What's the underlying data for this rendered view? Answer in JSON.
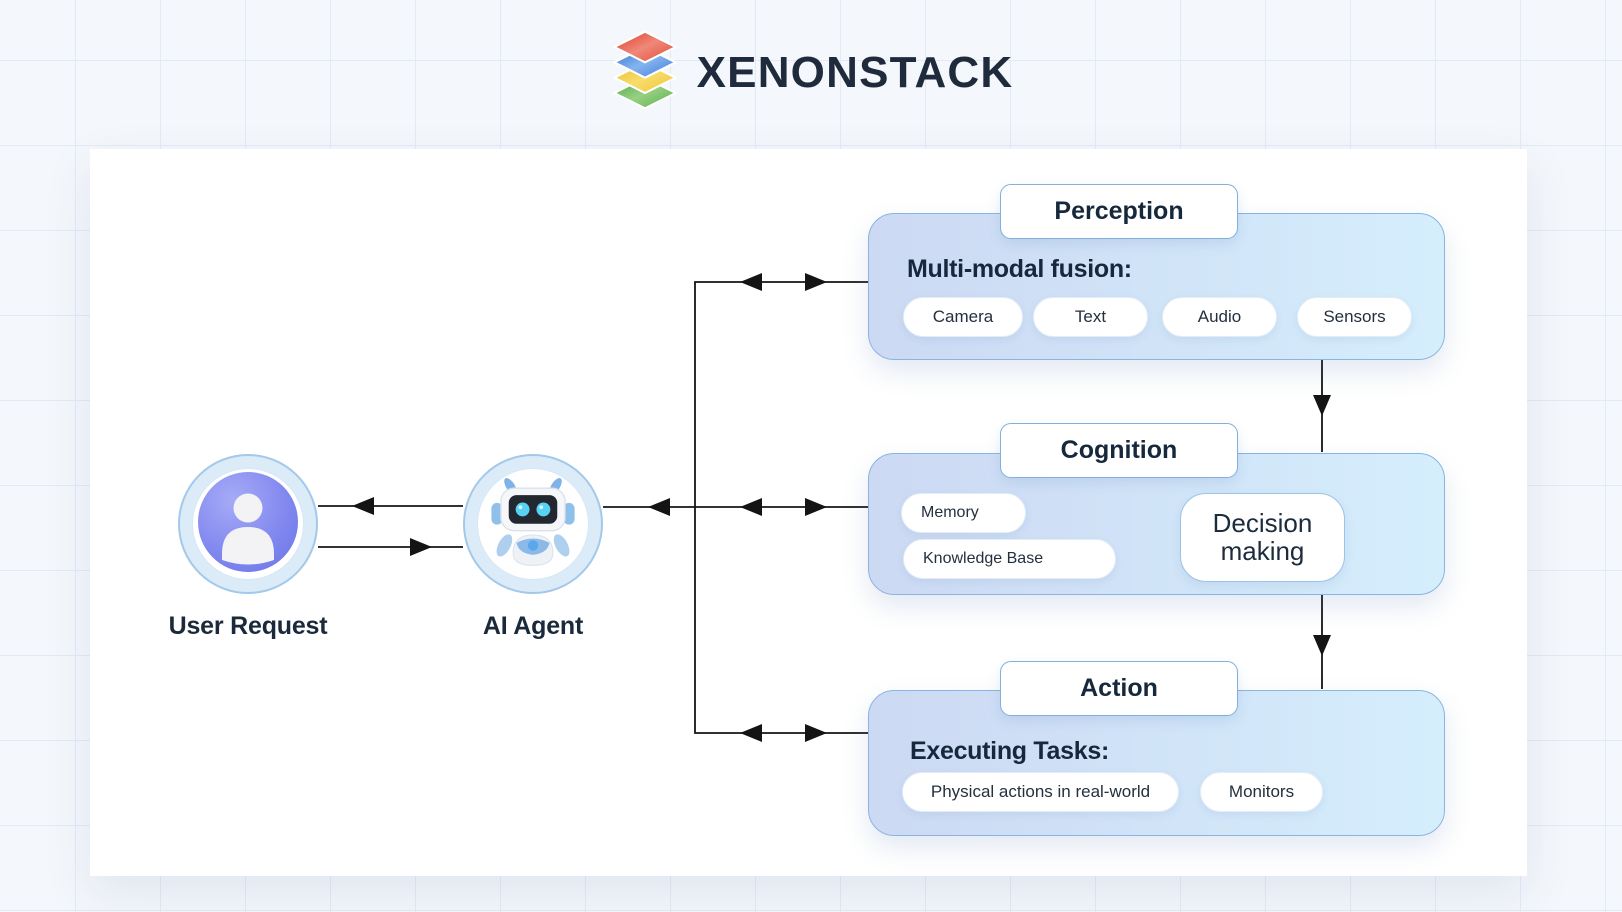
{
  "brand": {
    "logo_text": "XENONSTACK"
  },
  "nodes": {
    "user": {
      "label": "User Request"
    },
    "agent": {
      "label": "AI Agent"
    }
  },
  "perception": {
    "title": "Perception",
    "heading": "Multi-modal fusion:",
    "pills": [
      "Camera",
      "Text",
      "Audio",
      "Sensors"
    ]
  },
  "cognition": {
    "title": "Cognition",
    "memory_label": "Memory",
    "knowledge_label": "Knowledge Base",
    "decision_label": "Decision making"
  },
  "action": {
    "title": "Action",
    "heading": "Executing Tasks:",
    "pills": [
      "Physical actions in real-world",
      "Monitors"
    ]
  },
  "colors": {
    "background": "#f4f7fb",
    "grid_line": "#e3eaf5",
    "card": "#ffffff",
    "panel_gradient_left": "#ccd9f3",
    "panel_gradient_right": "#d5eefc",
    "panel_border": "#8ab5e1",
    "title_border": "#7fb0de",
    "dark_text": "#16283c",
    "connector": "#141414",
    "ring_fill": "#dcebf8",
    "ring_border": "#a3c9ea",
    "user_disc": "#7d86ee",
    "robot_blue": "#8db9e8",
    "robot_eye_cyan": "#57d2f4",
    "logo_red": "#e03a24",
    "logo_blue": "#2f6fd0",
    "logo_yellow": "#eab920",
    "logo_green": "#4ea53e"
  }
}
